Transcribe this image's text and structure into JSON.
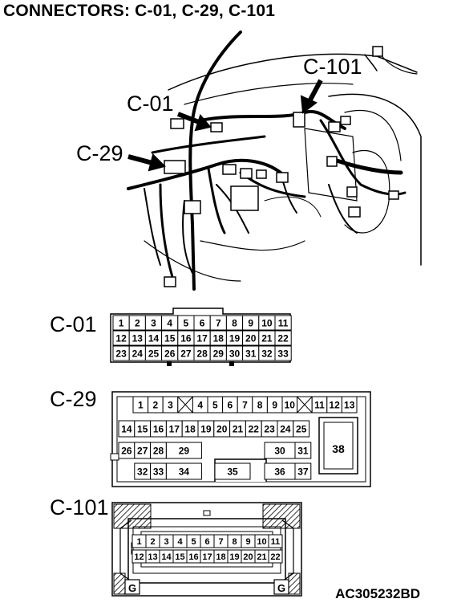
{
  "title": "CONNECTORS: C-01, C-29, C-101",
  "callouts": {
    "c101": "C-101",
    "c01": "C-01",
    "c29": "C-29"
  },
  "connectors": {
    "c01": {
      "label": "C-01",
      "rows": [
        [
          "1",
          "2",
          "3",
          "4",
          "5",
          "6",
          "7",
          "8",
          "9",
          "10",
          "11"
        ],
        [
          "12",
          "13",
          "14",
          "15",
          "16",
          "17",
          "18",
          "19",
          "20",
          "21",
          "22"
        ],
        [
          "23",
          "24",
          "25",
          "26",
          "27",
          "28",
          "29",
          "30",
          "31",
          "32",
          "33"
        ]
      ]
    },
    "c29": {
      "label": "C-29",
      "row1": [
        "1",
        "2",
        "3",
        "",
        "4",
        "5",
        "6",
        "7",
        "8",
        "9",
        "10",
        "",
        "11",
        "12",
        "13"
      ],
      "row2": [
        "14",
        "15",
        "16",
        "17",
        "18",
        "19",
        "20",
        "21",
        "22",
        "23",
        "24",
        "25"
      ],
      "row3": [
        "26",
        "27",
        "28",
        "29",
        "30",
        "31"
      ],
      "row4": [
        "32",
        "33",
        "34",
        "35",
        "36",
        "37"
      ],
      "big": "38"
    },
    "c101": {
      "label": "C-101",
      "rows": [
        [
          "1",
          "2",
          "3",
          "4",
          "5",
          "6",
          "7",
          "8",
          "9",
          "10",
          "11"
        ],
        [
          "12",
          "13",
          "14",
          "15",
          "16",
          "17",
          "18",
          "19",
          "20",
          "21",
          "22"
        ]
      ],
      "ground": "G"
    }
  },
  "reference": "AC305232BD"
}
